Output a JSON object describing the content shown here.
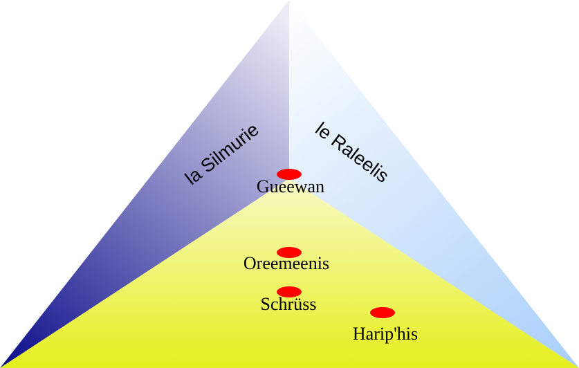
{
  "faces": {
    "left": {
      "label": "la Silmurie",
      "color_light": "#ececf6",
      "color_dark": "#0c0c8a"
    },
    "right": {
      "label": "le Raleelis",
      "color_light": "#ffffff",
      "color_dark": "#a9cffa"
    },
    "bottom": {
      "color_light": "#f8fac8",
      "color_dark": "#e6ef1e"
    }
  },
  "marker_color": "#ff0000",
  "points": [
    {
      "label": "Gueewan"
    },
    {
      "label": "Oreemeenis"
    },
    {
      "label": "Schrüss"
    },
    {
      "label": "Harip'his"
    }
  ]
}
